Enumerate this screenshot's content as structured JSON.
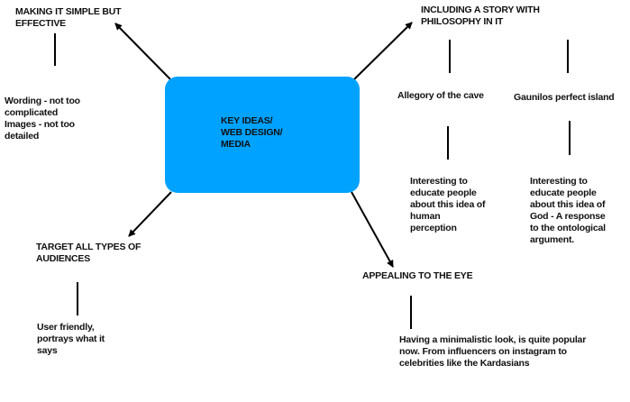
{
  "colors": {
    "center": "#00a2ff",
    "ink": "#000000"
  },
  "center": {
    "label": "KEY IDEAS/\nWEB DESIGN/\nMEDIA"
  },
  "branches": {
    "simple": {
      "title": "MAKING IT SIMPLE BUT\nEFFECTIVE",
      "note": "Wording - not too\ncomplicated\nImages - not too\ndetailed"
    },
    "story": {
      "title": "INCLUDING A STORY WITH\nPHILOSOPHY IN IT",
      "children": [
        {
          "title": "Allegory of the cave",
          "note": "Interesting to\neducate people\nabout this idea of\nhuman\nperception"
        },
        {
          "title": "Gaunilos perfect island",
          "note": "Interesting to\neducate people\nabout this idea of\nGod - A response\nto the ontological\nargument."
        }
      ]
    },
    "audiences": {
      "title": "TARGET ALL TYPES OF\nAUDIENCES",
      "note": "User friendly,\nportrays what it\nsays"
    },
    "eye": {
      "title": "APPEALING TO THE EYE",
      "note": "Having a minimalistic look, is quite popular\nnow. From influencers on instagram to\ncelebrities like the Kardasians"
    }
  }
}
